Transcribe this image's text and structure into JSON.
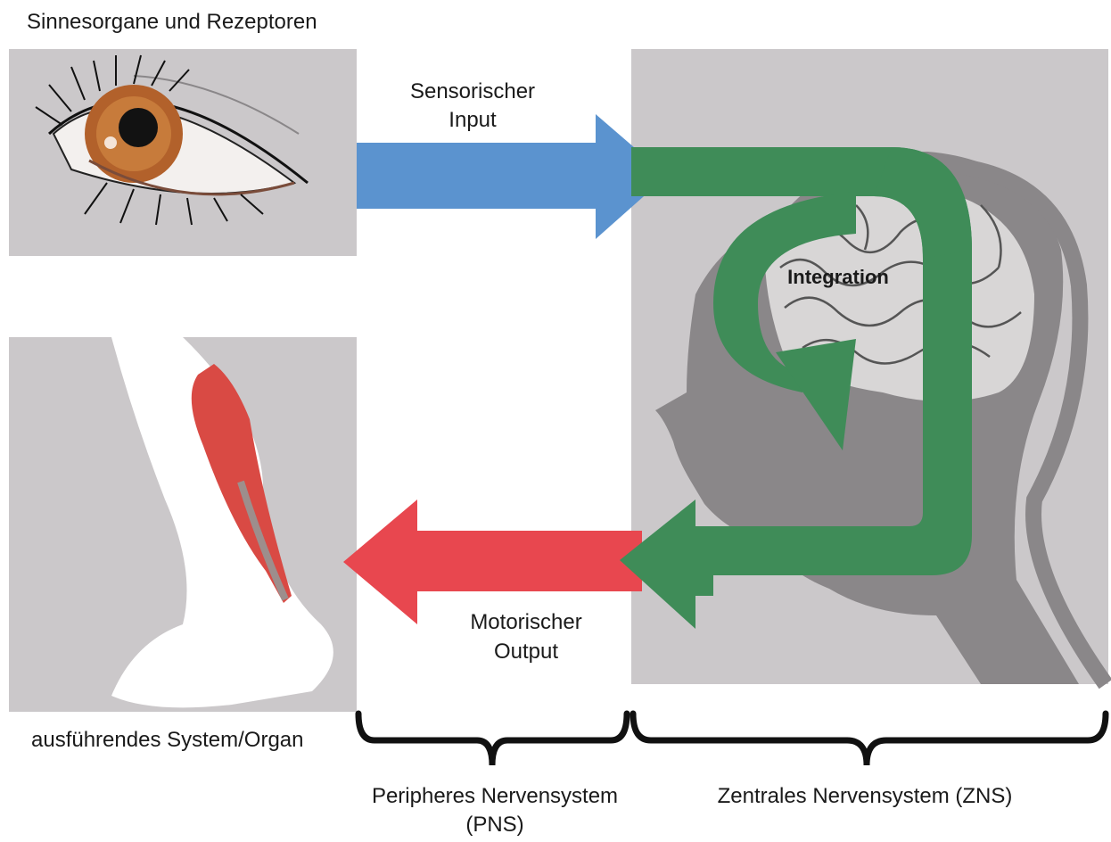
{
  "labels": {
    "sense_organs": "Sinnesorgane und Rezeptoren",
    "sensory_input_line1": "Sensorischer",
    "sensory_input_line2": "Input",
    "integration": "Integration",
    "motor_output_line1": "Motorischer",
    "motor_output_line2": "Output",
    "effector": "ausführendes System/Organ",
    "pns_line1": "Peripheres Nervensystem",
    "pns_line2": "(PNS)",
    "cns": "Zentrales Nervensystem (ZNS)"
  },
  "colors": {
    "panel_gray": "#cbc8ca",
    "head_gray": "#8a8789",
    "input_blue": "#5b93cf",
    "integration_green": "#3f8c58",
    "output_red": "#e8474f",
    "brace_black": "#111111"
  },
  "icons": {
    "eye": "eye-illustration",
    "leg": "leg-muscle-illustration",
    "head": "head-silhouette-with-brain"
  }
}
